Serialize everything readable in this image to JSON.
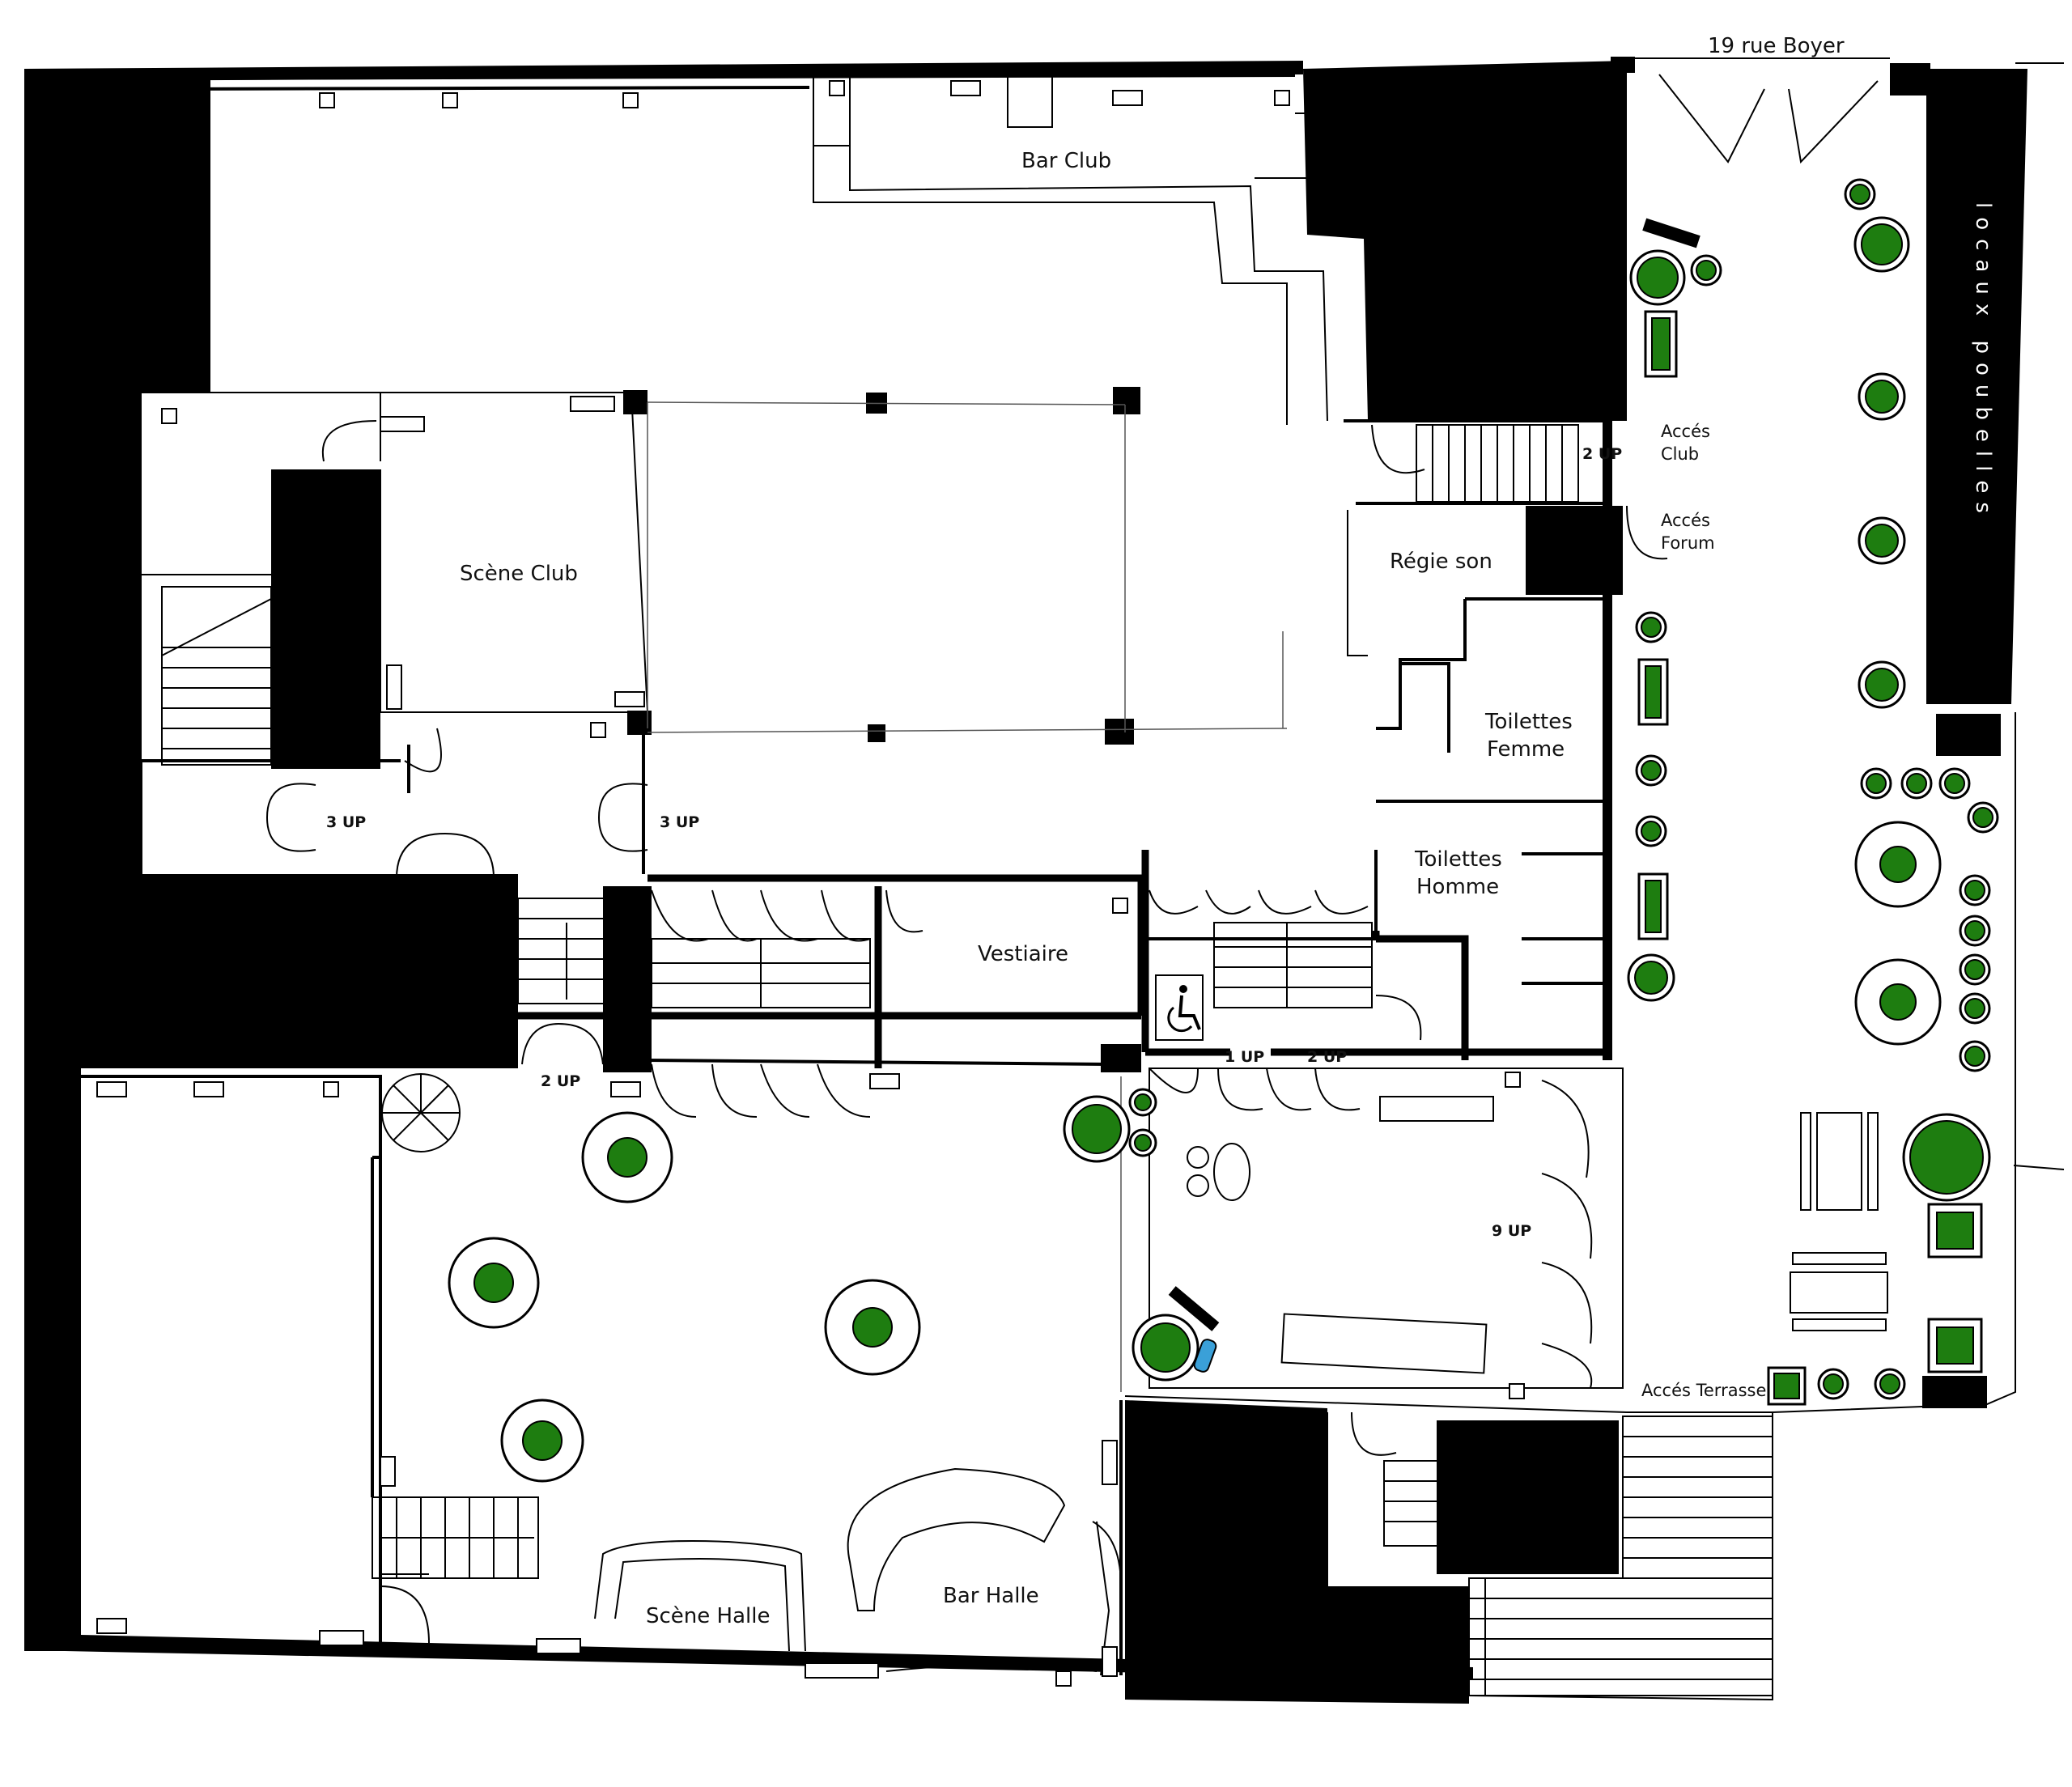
{
  "plan": {
    "street_label": "19 rue Boyer",
    "side_label": "locaux poubelles",
    "rooms": {
      "bar_club": "Bar Club",
      "scene_club": "Scène Club",
      "regie_son": "Régie son",
      "toilettes_femme_1": "Toilettes",
      "toilettes_femme_2": "Femme",
      "toilettes_homme_1": "Toilettes",
      "toilettes_homme_2": "Homme",
      "vestiaire": "Vestiaire",
      "scene_halle": "Scène Halle",
      "bar_halle": "Bar Halle"
    },
    "access": {
      "acces_club_1": "Accés",
      "acces_club_2": "Club",
      "acces_forum_1": "Accés",
      "acces_forum_2": "Forum",
      "acces_terrasse": "Accés Terrasse"
    },
    "steps": {
      "up_3_left": "3 UP",
      "up_3_right": "3 UP",
      "up_2_club": "2 UP",
      "up_2_halle": "2 UP",
      "up_1_center": "1 UP",
      "up_2_center": "2 UP",
      "up_9": "9 UP"
    },
    "colors": {
      "walls": "#000000",
      "furniture": "#1e7d10",
      "accessibility": "#3aa0d8"
    },
    "icons": {
      "accessibility": "wheelchair-icon",
      "outlet": "power-outlet-icon"
    }
  }
}
